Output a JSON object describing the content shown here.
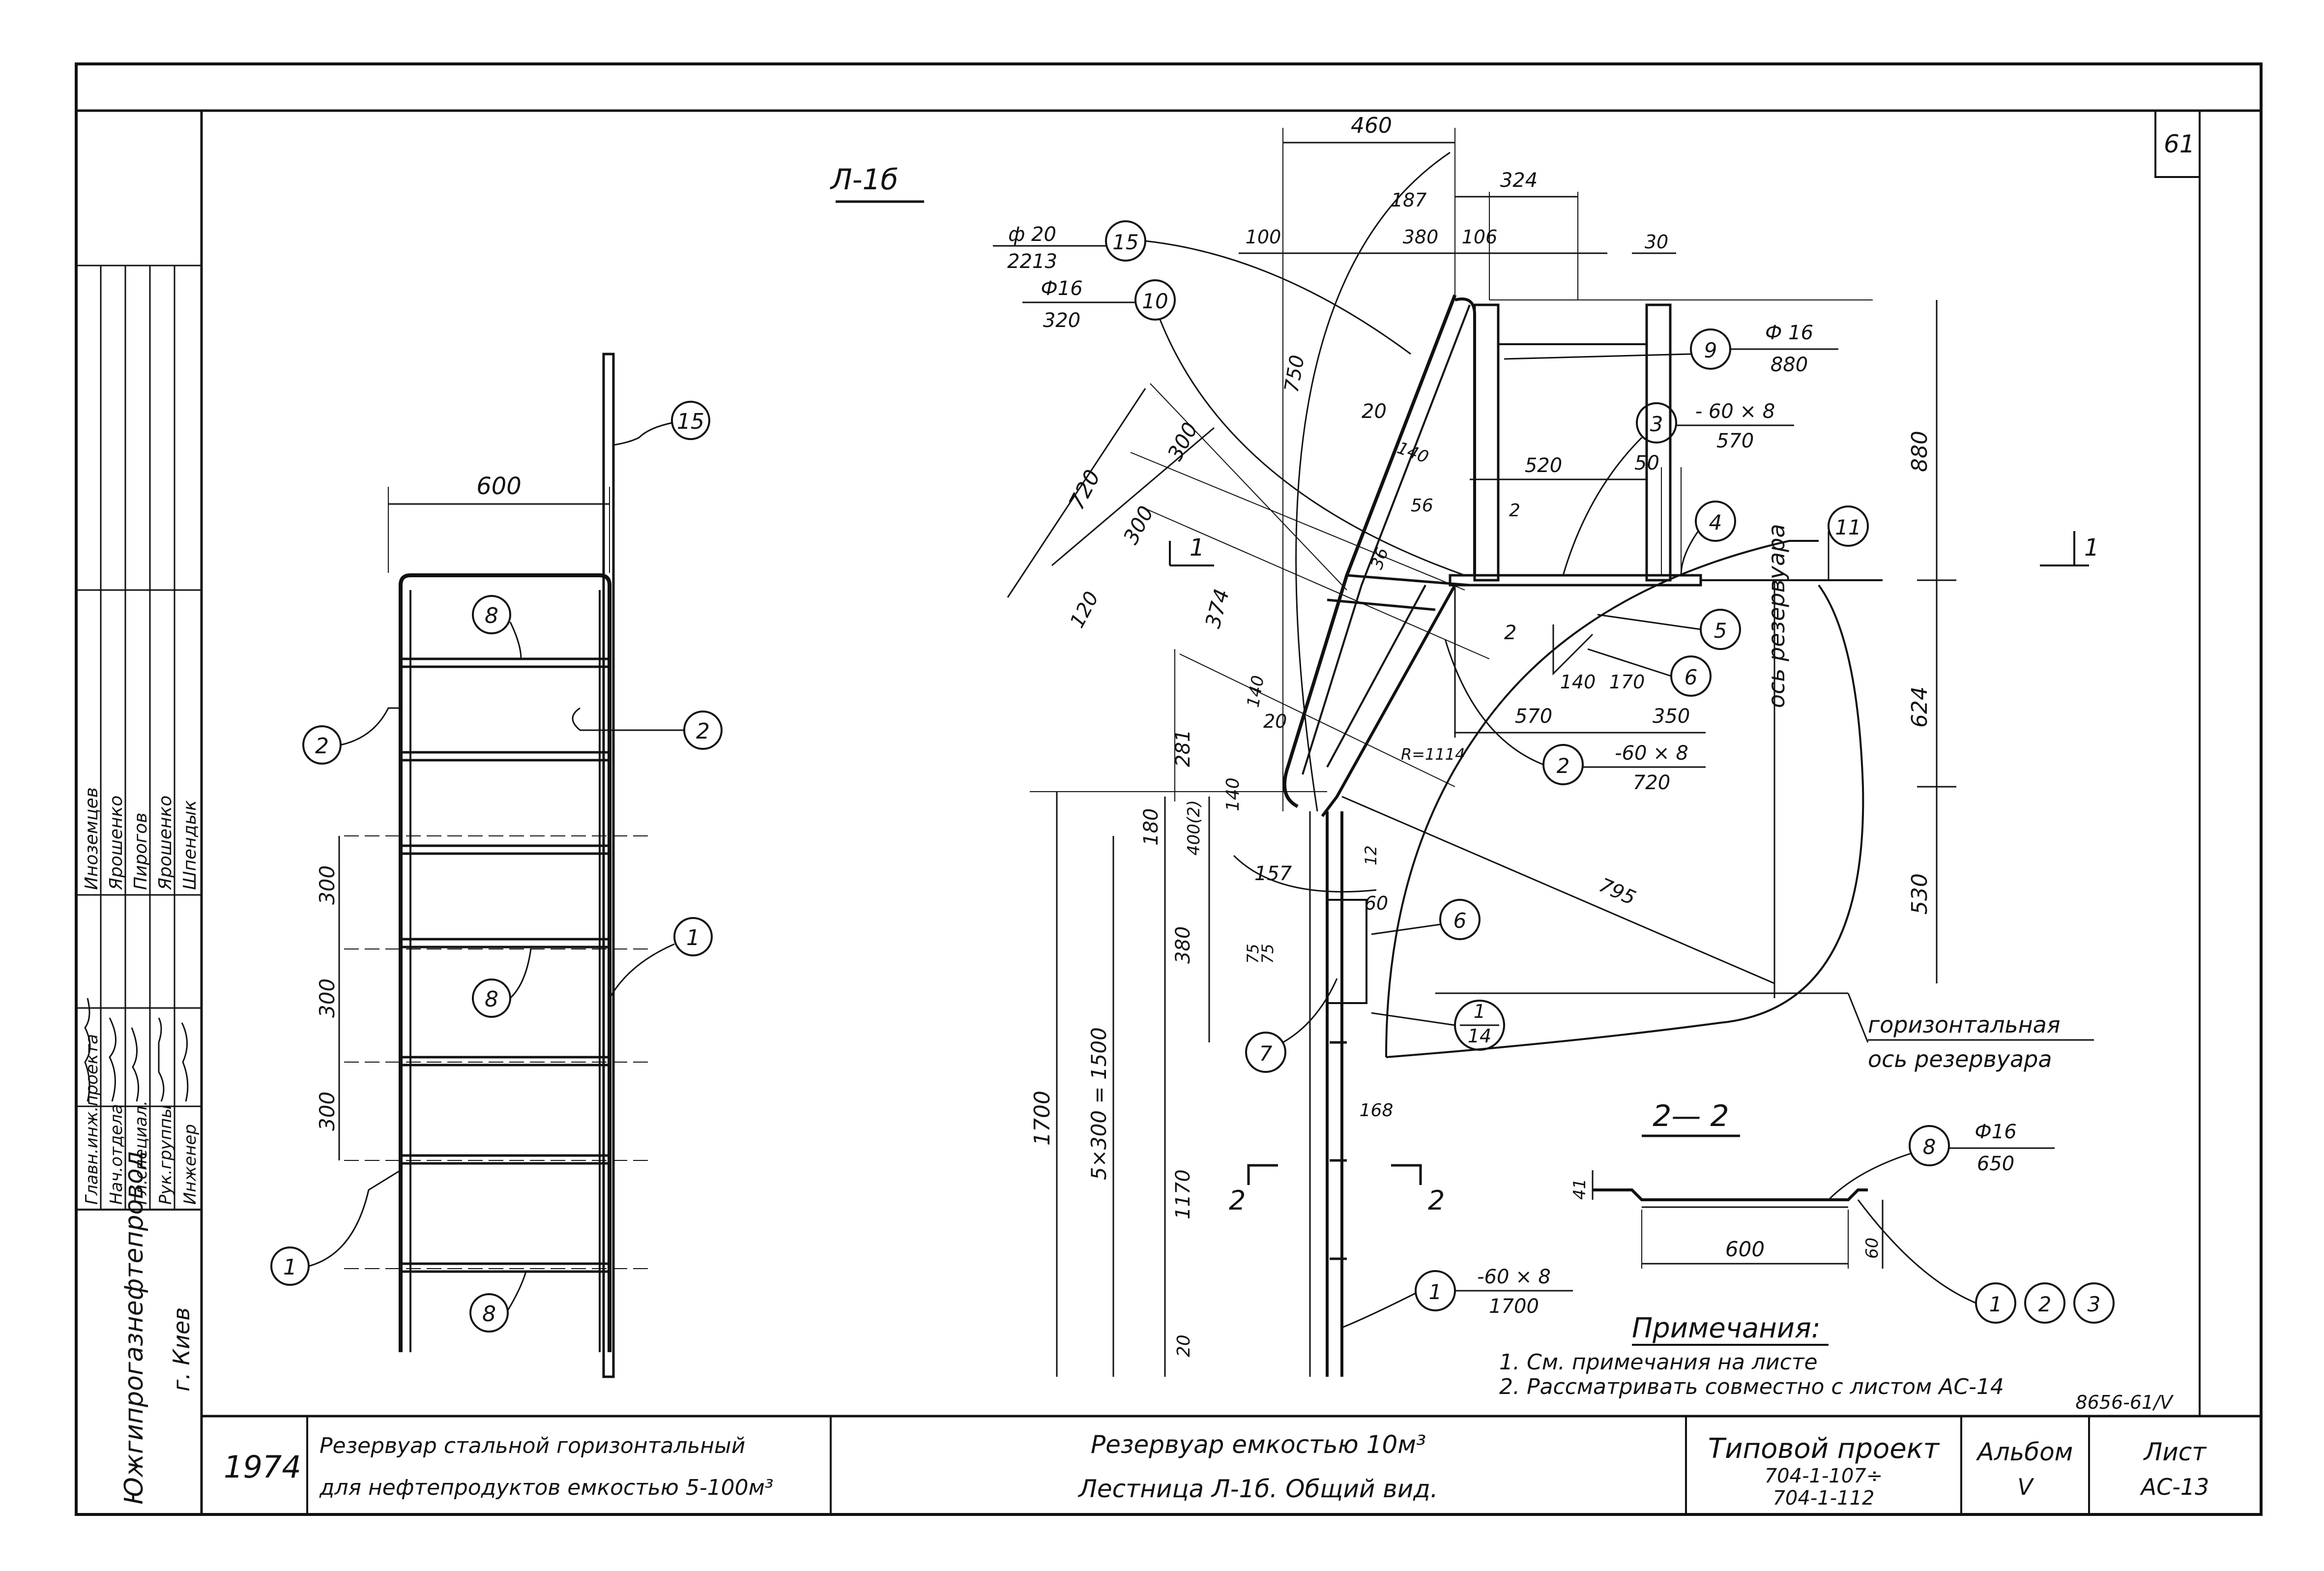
{
  "sheet_number": "61",
  "view_title": "Л-1б",
  "section_1_label": "1",
  "section_2_title": "2— 2",
  "cut_marker_2": "2",
  "horizontal_axis_label": [
    "горизонтальная",
    "ось резервуара"
  ],
  "vertical_axis_label": "ось резервуара",
  "dimensions_front": [
    "600",
    "300",
    "300",
    "300"
  ],
  "dimensions_side": [
    "460",
    "324",
    "100",
    "187",
    "380",
    "106",
    "30",
    "750",
    "20",
    "140",
    "520",
    "50",
    "880",
    "56",
    "2",
    "36",
    "2",
    "720",
    "300",
    "300",
    "374",
    "120",
    "140",
    "20",
    "281",
    "140",
    "180",
    "400(2)",
    "1700",
    "5×300 = 1500",
    "380",
    "1170",
    "20",
    "157",
    "60",
    "75",
    "75",
    "168",
    "140",
    "170",
    "570",
    "350",
    "624",
    "530",
    "R=1114",
    "795",
    "12"
  ],
  "dimensions_section": [
    "600",
    "41",
    "60"
  ],
  "callouts": [
    {
      "num": "15",
      "top": "ф 20",
      "bottom": "2213"
    },
    {
      "num": "10",
      "top": "Ф16",
      "bottom": "320"
    },
    {
      "num": "9",
      "top": "Ф 16",
      "bottom": "880"
    },
    {
      "num": "3",
      "top": "- 60 × 8",
      "bottom": "570"
    },
    {
      "num": "4"
    },
    {
      "num": "11"
    },
    {
      "num": "5"
    },
    {
      "num": "6"
    },
    {
      "num": "2",
      "top": "-60 × 8",
      "bottom": "720"
    },
    {
      "num": "6"
    },
    {
      "num": "1",
      "top": "-60 × 8",
      "bottom": "1700"
    },
    {
      "num": "7"
    },
    {
      "num": "8",
      "top": "Ф16",
      "bottom": "650"
    },
    {
      "num": "1"
    },
    {
      "num": "2"
    },
    {
      "num": "3"
    }
  ],
  "front_callouts": [
    "15",
    "8",
    "2",
    "2",
    "1",
    "8",
    "1",
    "8"
  ],
  "node_ref": {
    "top": "1",
    "bottom": "14"
  },
  "notes": {
    "title": "Примечания:",
    "items": [
      "1. См. примечания на листе",
      "2. Рассматривать совместно с листом АС-14"
    ],
    "code": "8656-61/V"
  },
  "left_strip": {
    "roles": [
      "Главн.инж.проекта",
      "Нач.отдела",
      "Гл.специал.",
      "Рук.группы",
      "Инженер"
    ],
    "names": [
      "Иноземцев",
      "Ярошенко",
      "Пирогов",
      "Ярошенко",
      "Шпендык"
    ],
    "org": "Южгипрогазнефтепровод",
    "city": "г. Киев"
  },
  "title_block": {
    "year": "1974",
    "desc_line1": "Резервуар стальной горизонтальный",
    "desc_line2": "для нефтепродуктов емкостью 5-100м³",
    "title_line1": "Резервуар емкостью 10м³",
    "title_line2": "Лестница Л-1б. Общий вид.",
    "project_label": "Типовой проект",
    "project_num1": "704-1-107÷",
    "project_num2": "704-1-112",
    "album_label": "Альбом",
    "album_num": "V",
    "sheet_label": "Лист",
    "sheet_code": "АС-13"
  }
}
